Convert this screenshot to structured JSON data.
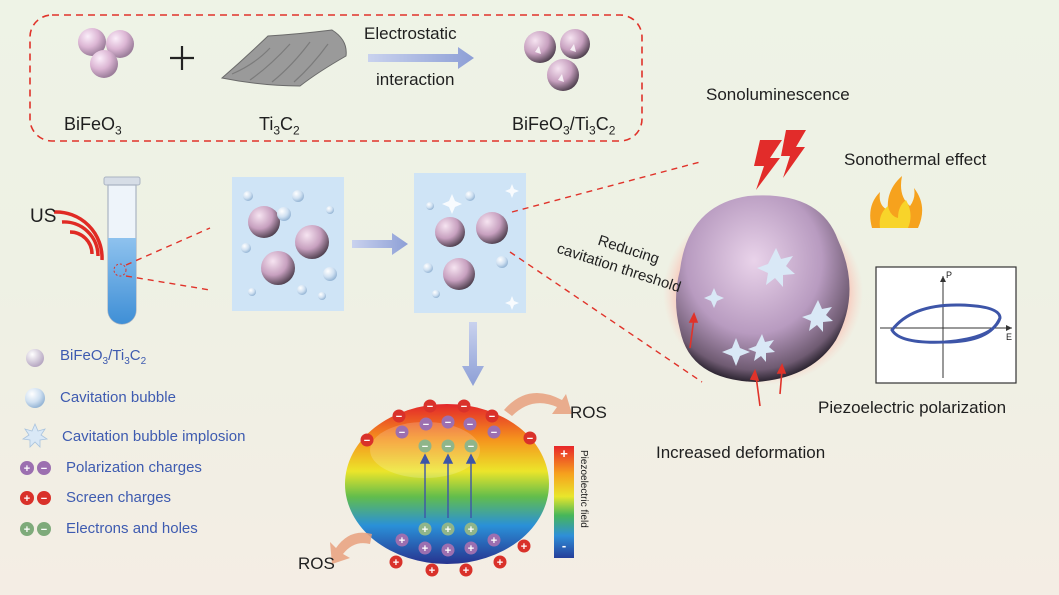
{
  "synthesis": {
    "reactant1": "BiFeO",
    "reactant1_sub": "3",
    "plus": "+",
    "reactant2": "Ti",
    "reactant2_sub1": "3",
    "reactant2_c": "C",
    "reactant2_sub2": "2",
    "arrow_line1": "Electrostatic",
    "arrow_line2": "interaction",
    "product": "BiFeO",
    "product_sub1": "3",
    "product_mid": "/Ti",
    "product_sub2": "3",
    "product_c": "C",
    "product_sub3": "2"
  },
  "labels": {
    "us": "US",
    "sonoluminescence": "Sonoluminescence",
    "sonothermal": "Sonothermal effect",
    "reducing_line1": "Reducing",
    "reducing_line2": "cavitation threshold",
    "piezo_polarization": "Piezoelectric polarization",
    "increased_deformation": "Increased deformation",
    "ros_top": "ROS",
    "ros_bottom": "ROS",
    "piezo_field": "Piezoelectric field",
    "field_plus": "+",
    "field_minus": "-",
    "hysteresis_p": "P",
    "hysteresis_e": "E"
  },
  "legend": {
    "item1_a": "BiFeO",
    "item1_sub1": "3",
    "item1_b": "/Ti",
    "item1_sub2": "3",
    "item1_c": "C",
    "item1_sub3": "2",
    "item2": "Cavitation bubble",
    "item3": "Cavitation bubble implosion",
    "item4": "Polarization charges",
    "item5": "Screen charges",
    "item6": "Electrons and holes"
  },
  "colors": {
    "particle": "#d9b7cf",
    "bubble": "#c6dcf0",
    "dashed": "#e0332a",
    "legend_text": "#3e5bb0",
    "polarization": "#9c6fb0",
    "screen": "#d9312a",
    "carriers": "#8fb58a"
  }
}
